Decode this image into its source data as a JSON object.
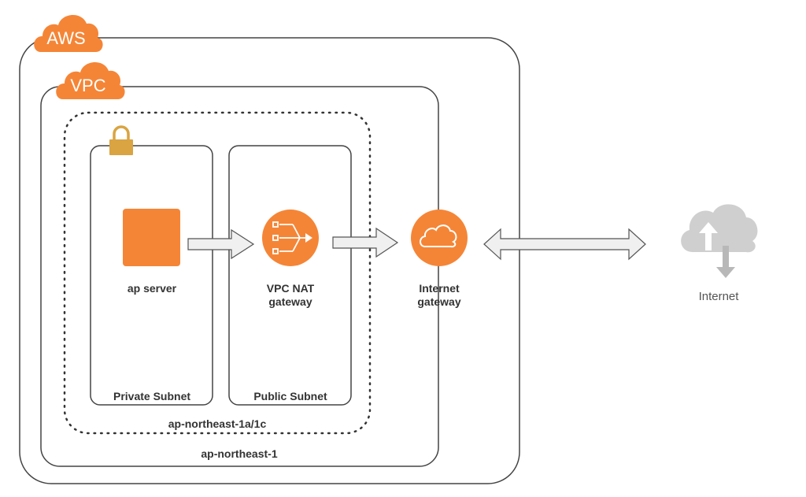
{
  "badges": {
    "aws": "AWS",
    "vpc": "VPC"
  },
  "subnets": {
    "private": {
      "label": "Private Subnet"
    },
    "public": {
      "label": "Public Subnet"
    }
  },
  "zones": {
    "az": "ap-northeast-1a/1c",
    "region": "ap-northeast-1"
  },
  "nodes": {
    "ap_server": {
      "label": "ap server"
    },
    "nat": {
      "line1": "VPC NAT",
      "line2": "gateway"
    },
    "igw": {
      "line1": "Internet",
      "line2": "gateway"
    },
    "internet": {
      "label": "Internet"
    }
  },
  "colors": {
    "aws_orange": "#F58536",
    "lock_gold": "#D9A441",
    "cloud_gray": "#CFCFCF",
    "arrow_fill": "#F0F0F0"
  },
  "icons": [
    "aws-badge",
    "vpc-badge",
    "lock-icon",
    "ec2-instance-icon",
    "nat-gateway-icon",
    "internet-gateway-icon",
    "internet-cloud-icon"
  ]
}
